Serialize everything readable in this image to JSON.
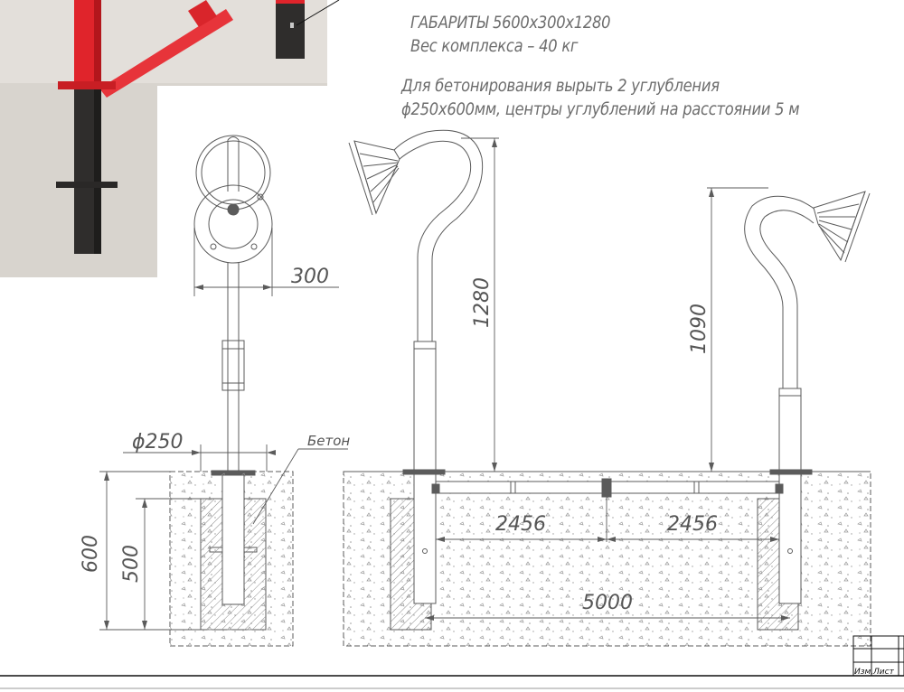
{
  "notes": {
    "dimensions_line": "ГАБАРИТЫ  5600х300х1280",
    "weight_line": "Вес комплекса – 40 кг",
    "concrete_line_1": "Для бетонирования вырыть 2 углубления",
    "concrete_line_2": "ϕ250х600мм, центры углублений на расстоянии 5 м"
  },
  "dimensions": {
    "head_width": "300",
    "pipe_diameter": "ϕ250",
    "concrete_label": "Бетон",
    "pit_depth": "600",
    "embed_depth": "500",
    "left_post_height": "1280",
    "right_post_height": "1090",
    "left_span": "2456",
    "right_span": "2456",
    "center_distance": "5000"
  },
  "title_block": {
    "col1": "Изм.",
    "col2": "Лист"
  },
  "colors": {
    "line": "#555555",
    "photo_bg": "#dcd8d2",
    "red_frame": "#e0242b",
    "dark_post": "#2d2b2a"
  }
}
